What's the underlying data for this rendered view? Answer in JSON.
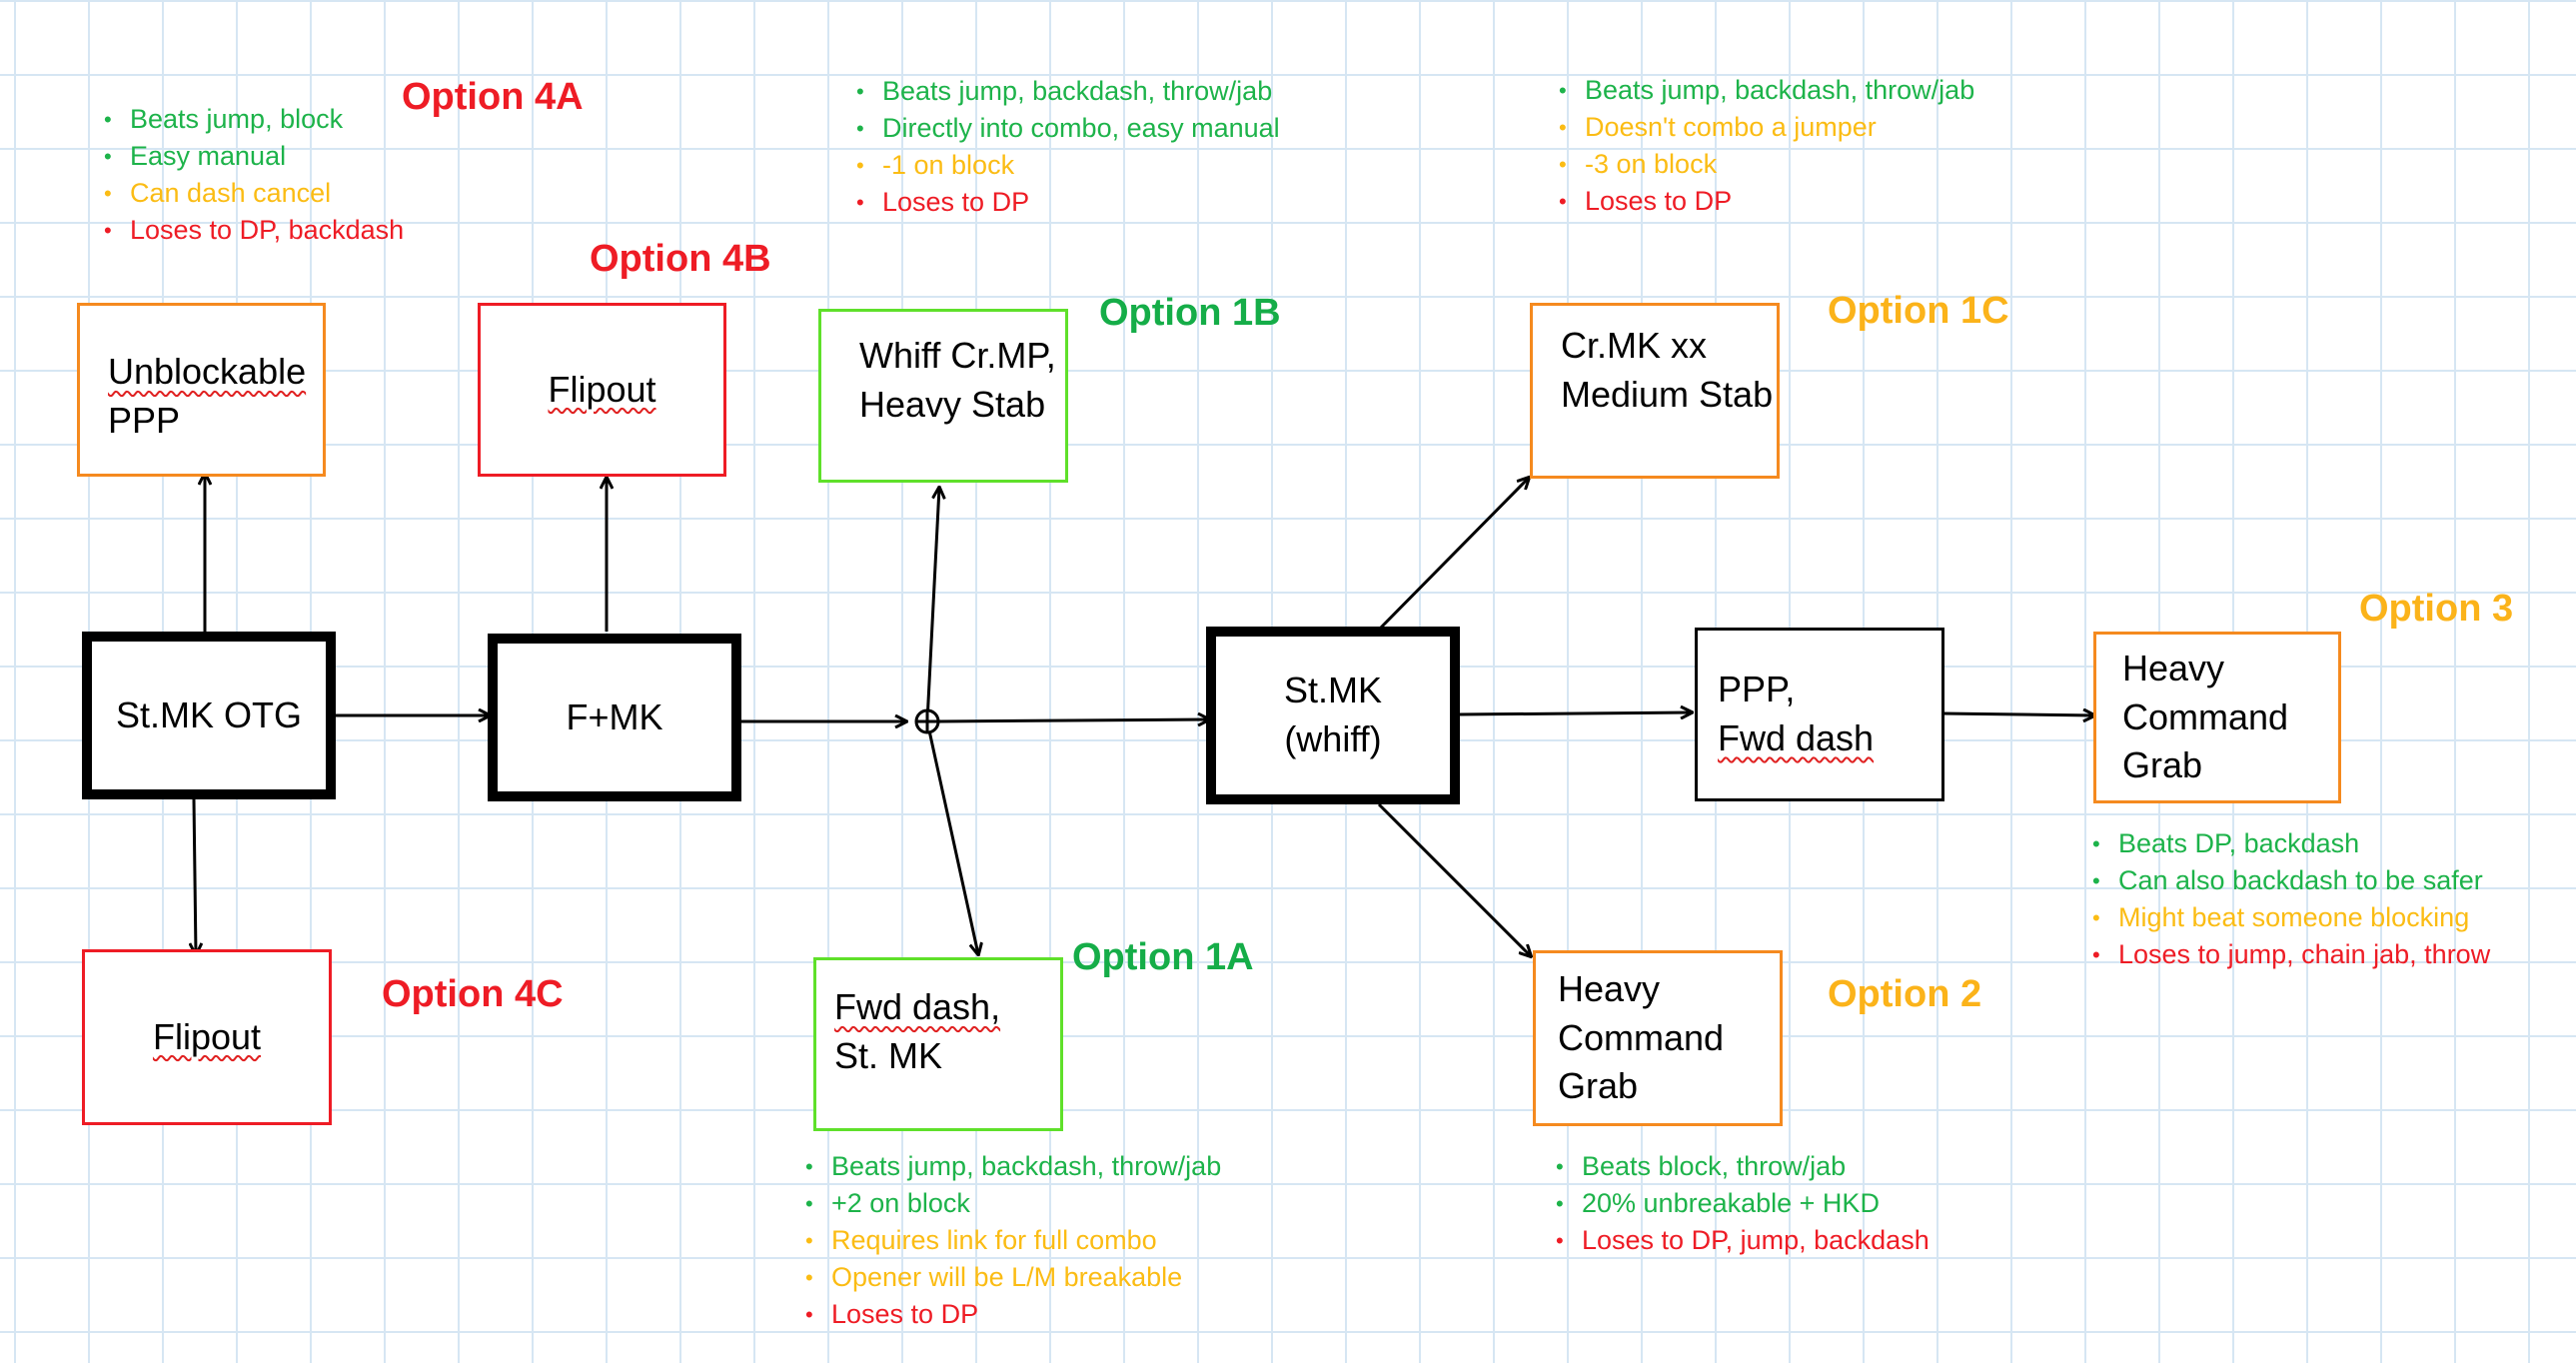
{
  "colors": {
    "green_text": "#1db34a",
    "yellow_text": "#fbbc14",
    "red_text": "#ee1c25",
    "orange_border": "#f58a1f",
    "red_border": "#ee1c25",
    "green_border": "#5fe02a",
    "grid_line": "#d6e6f3"
  },
  "nodes": {
    "st_mk_otg": {
      "lines": [
        "St.MK OTG"
      ]
    },
    "f_mk": {
      "lines": [
        "F+MK"
      ]
    },
    "st_mk_whiff": {
      "lines": [
        "St.MK",
        "(whiff)"
      ]
    },
    "ppp_fwd_dash": {
      "lines": [
        "PPP,",
        "Fwd dash"
      ]
    },
    "heavy_command_grab_3": {
      "lines": [
        "Heavy",
        "Command",
        "Grab"
      ]
    },
    "unblockable_ppp": {
      "lines": [
        "Unblockable",
        "PPP"
      ]
    },
    "flipout_4b": {
      "lines": [
        "Flipout"
      ]
    },
    "flipout_4c": {
      "lines": [
        "Flipout"
      ]
    },
    "whiff_crmp": {
      "lines": [
        "Whiff Cr.MP,",
        "Heavy Stab"
      ]
    },
    "fwd_dash_stmk": {
      "lines": [
        "Fwd dash,",
        "St. MK"
      ]
    },
    "crmk_medium_stab": {
      "lines": [
        "Cr.MK xx",
        "Medium Stab"
      ]
    },
    "heavy_command_grab_2": {
      "lines": [
        "Heavy",
        "Command",
        "Grab"
      ]
    }
  },
  "options": {
    "opt_4a": "Option 4A",
    "opt_4b": "Option 4B",
    "opt_4c": "Option 4C",
    "opt_1b": "Option 1B",
    "opt_1a": "Option 1A",
    "opt_1c": "Option 1C",
    "opt_2": "Option 2",
    "opt_3": "Option 3"
  },
  "notes": {
    "opt_4a": [
      {
        "text": "Beats jump, block",
        "tone": "green"
      },
      {
        "text": "Easy manual",
        "tone": "green"
      },
      {
        "text": "Can dash cancel",
        "tone": "yellow"
      },
      {
        "text": "Loses to DP, backdash",
        "tone": "red"
      }
    ],
    "opt_1b": [
      {
        "text": "Beats jump, backdash, throw/jab",
        "tone": "green"
      },
      {
        "text": "Directly into combo, easy manual",
        "tone": "green"
      },
      {
        "text": "-1 on block",
        "tone": "yellow"
      },
      {
        "text": "Loses to DP",
        "tone": "red"
      }
    ],
    "opt_1c": [
      {
        "text": "Beats jump, backdash, throw/jab",
        "tone": "green"
      },
      {
        "text": "Doesn't combo a jumper",
        "tone": "yellow"
      },
      {
        "text": "-3 on block",
        "tone": "yellow"
      },
      {
        "text": "Loses to DP",
        "tone": "red"
      }
    ],
    "opt_3": [
      {
        "text": "Beats DP, backdash",
        "tone": "green"
      },
      {
        "text": "Can also backdash to be safer",
        "tone": "green"
      },
      {
        "text": "Might beat someone blocking",
        "tone": "yellow"
      },
      {
        "text": "Loses to  jump, chain jab, throw",
        "tone": "red"
      }
    ],
    "opt_1a": [
      {
        "text": "Beats jump, backdash, throw/jab",
        "tone": "green"
      },
      {
        "text": "+2 on block",
        "tone": "green"
      },
      {
        "text": "Requires link for full combo",
        "tone": "yellow"
      },
      {
        "text": "Opener will be L/M breakable",
        "tone": "yellow"
      },
      {
        "text": "Loses to DP",
        "tone": "red"
      }
    ],
    "opt_2": [
      {
        "text": "Beats block, throw/jab",
        "tone": "green"
      },
      {
        "text": "20% unbreakable + HKD",
        "tone": "green"
      },
      {
        "text": "Loses to DP, jump, backdash",
        "tone": "red"
      }
    ]
  }
}
